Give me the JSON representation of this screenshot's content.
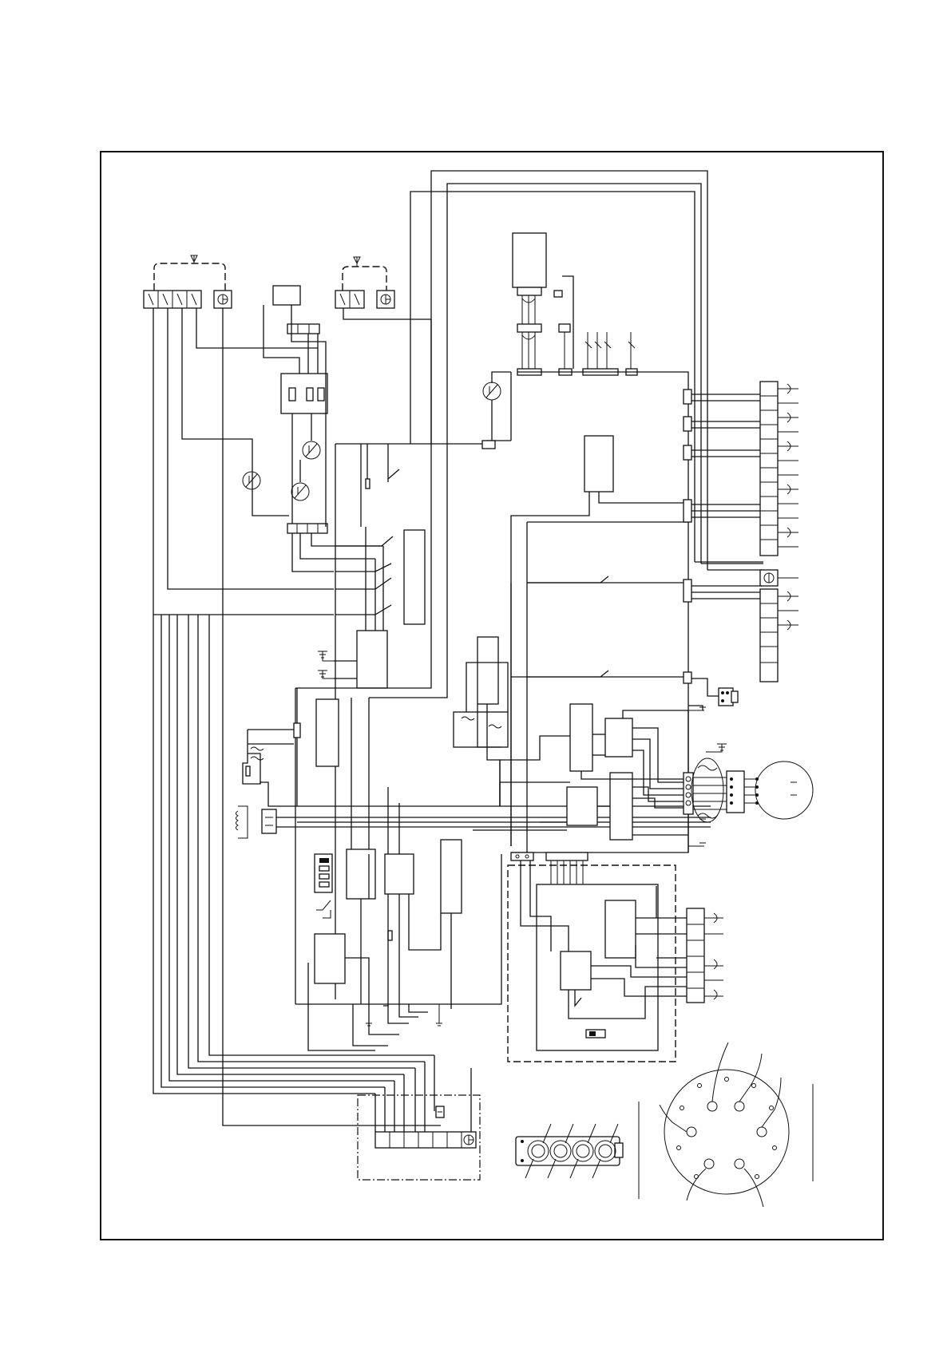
{
  "diagram": {
    "type": "electrical wiring diagram",
    "text_labels": [],
    "icons": [
      "ground-symbol",
      "thermistor-symbol",
      "fuse-symbol",
      "transformer-coil",
      "dip-switch",
      "motor",
      "connector-plug",
      "terminal-block"
    ]
  }
}
